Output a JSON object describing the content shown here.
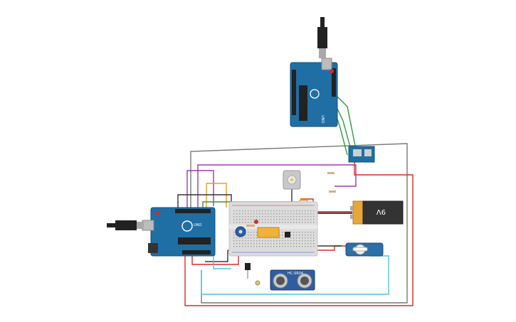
{
  "board_labels": {
    "uno_main": "UNO",
    "uno_top": "UNO"
  },
  "battery": {
    "label": "9V"
  },
  "ultrasonic": {
    "label": "HC-SR04"
  },
  "colors": {
    "board_blue": "#1f6fa5",
    "wire_red": "#d62b2b",
    "wire_black": "#333333",
    "wire_green": "#2e9b3f",
    "wire_purple": "#9b3bb0",
    "wire_orange": "#f29b1d",
    "wire_cyan": "#4fc4d6",
    "wire_gray": "#777777",
    "breadboard": "#dcdcdc",
    "battery_body": "#333333",
    "battery_cap": "#e8a63a"
  }
}
